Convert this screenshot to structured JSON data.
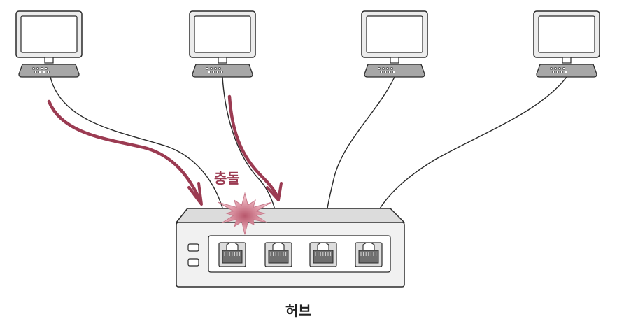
{
  "labels": {
    "collision": "충돌",
    "hub": "허브"
  },
  "colors": {
    "background": "#ffffff",
    "line": "#2a2a2a",
    "monitor_fill": "#ffffff",
    "monitor_bezel": "#ececec",
    "keyboard": "#a7a7a7",
    "hub_body": "#f1f1f1",
    "hub_top": "#dcdcdc",
    "port_frame": "#dddddd",
    "port_inner": "#6f6f6f",
    "arrow": "#9b3b52",
    "burst": "#e4a3b0",
    "burst_core": "#b8576c",
    "label": "#9b3b52",
    "hub_label": "#222222"
  },
  "computers": [
    {
      "name": "computer-1",
      "port": 1,
      "signal": "sending"
    },
    {
      "name": "computer-2",
      "port": 2,
      "signal": "sending"
    },
    {
      "name": "computer-3",
      "port": 3,
      "signal": "idle"
    },
    {
      "name": "computer-4",
      "port": 4,
      "signal": "idle"
    }
  ],
  "hub": {
    "port_count": 4,
    "led_count": 2
  }
}
